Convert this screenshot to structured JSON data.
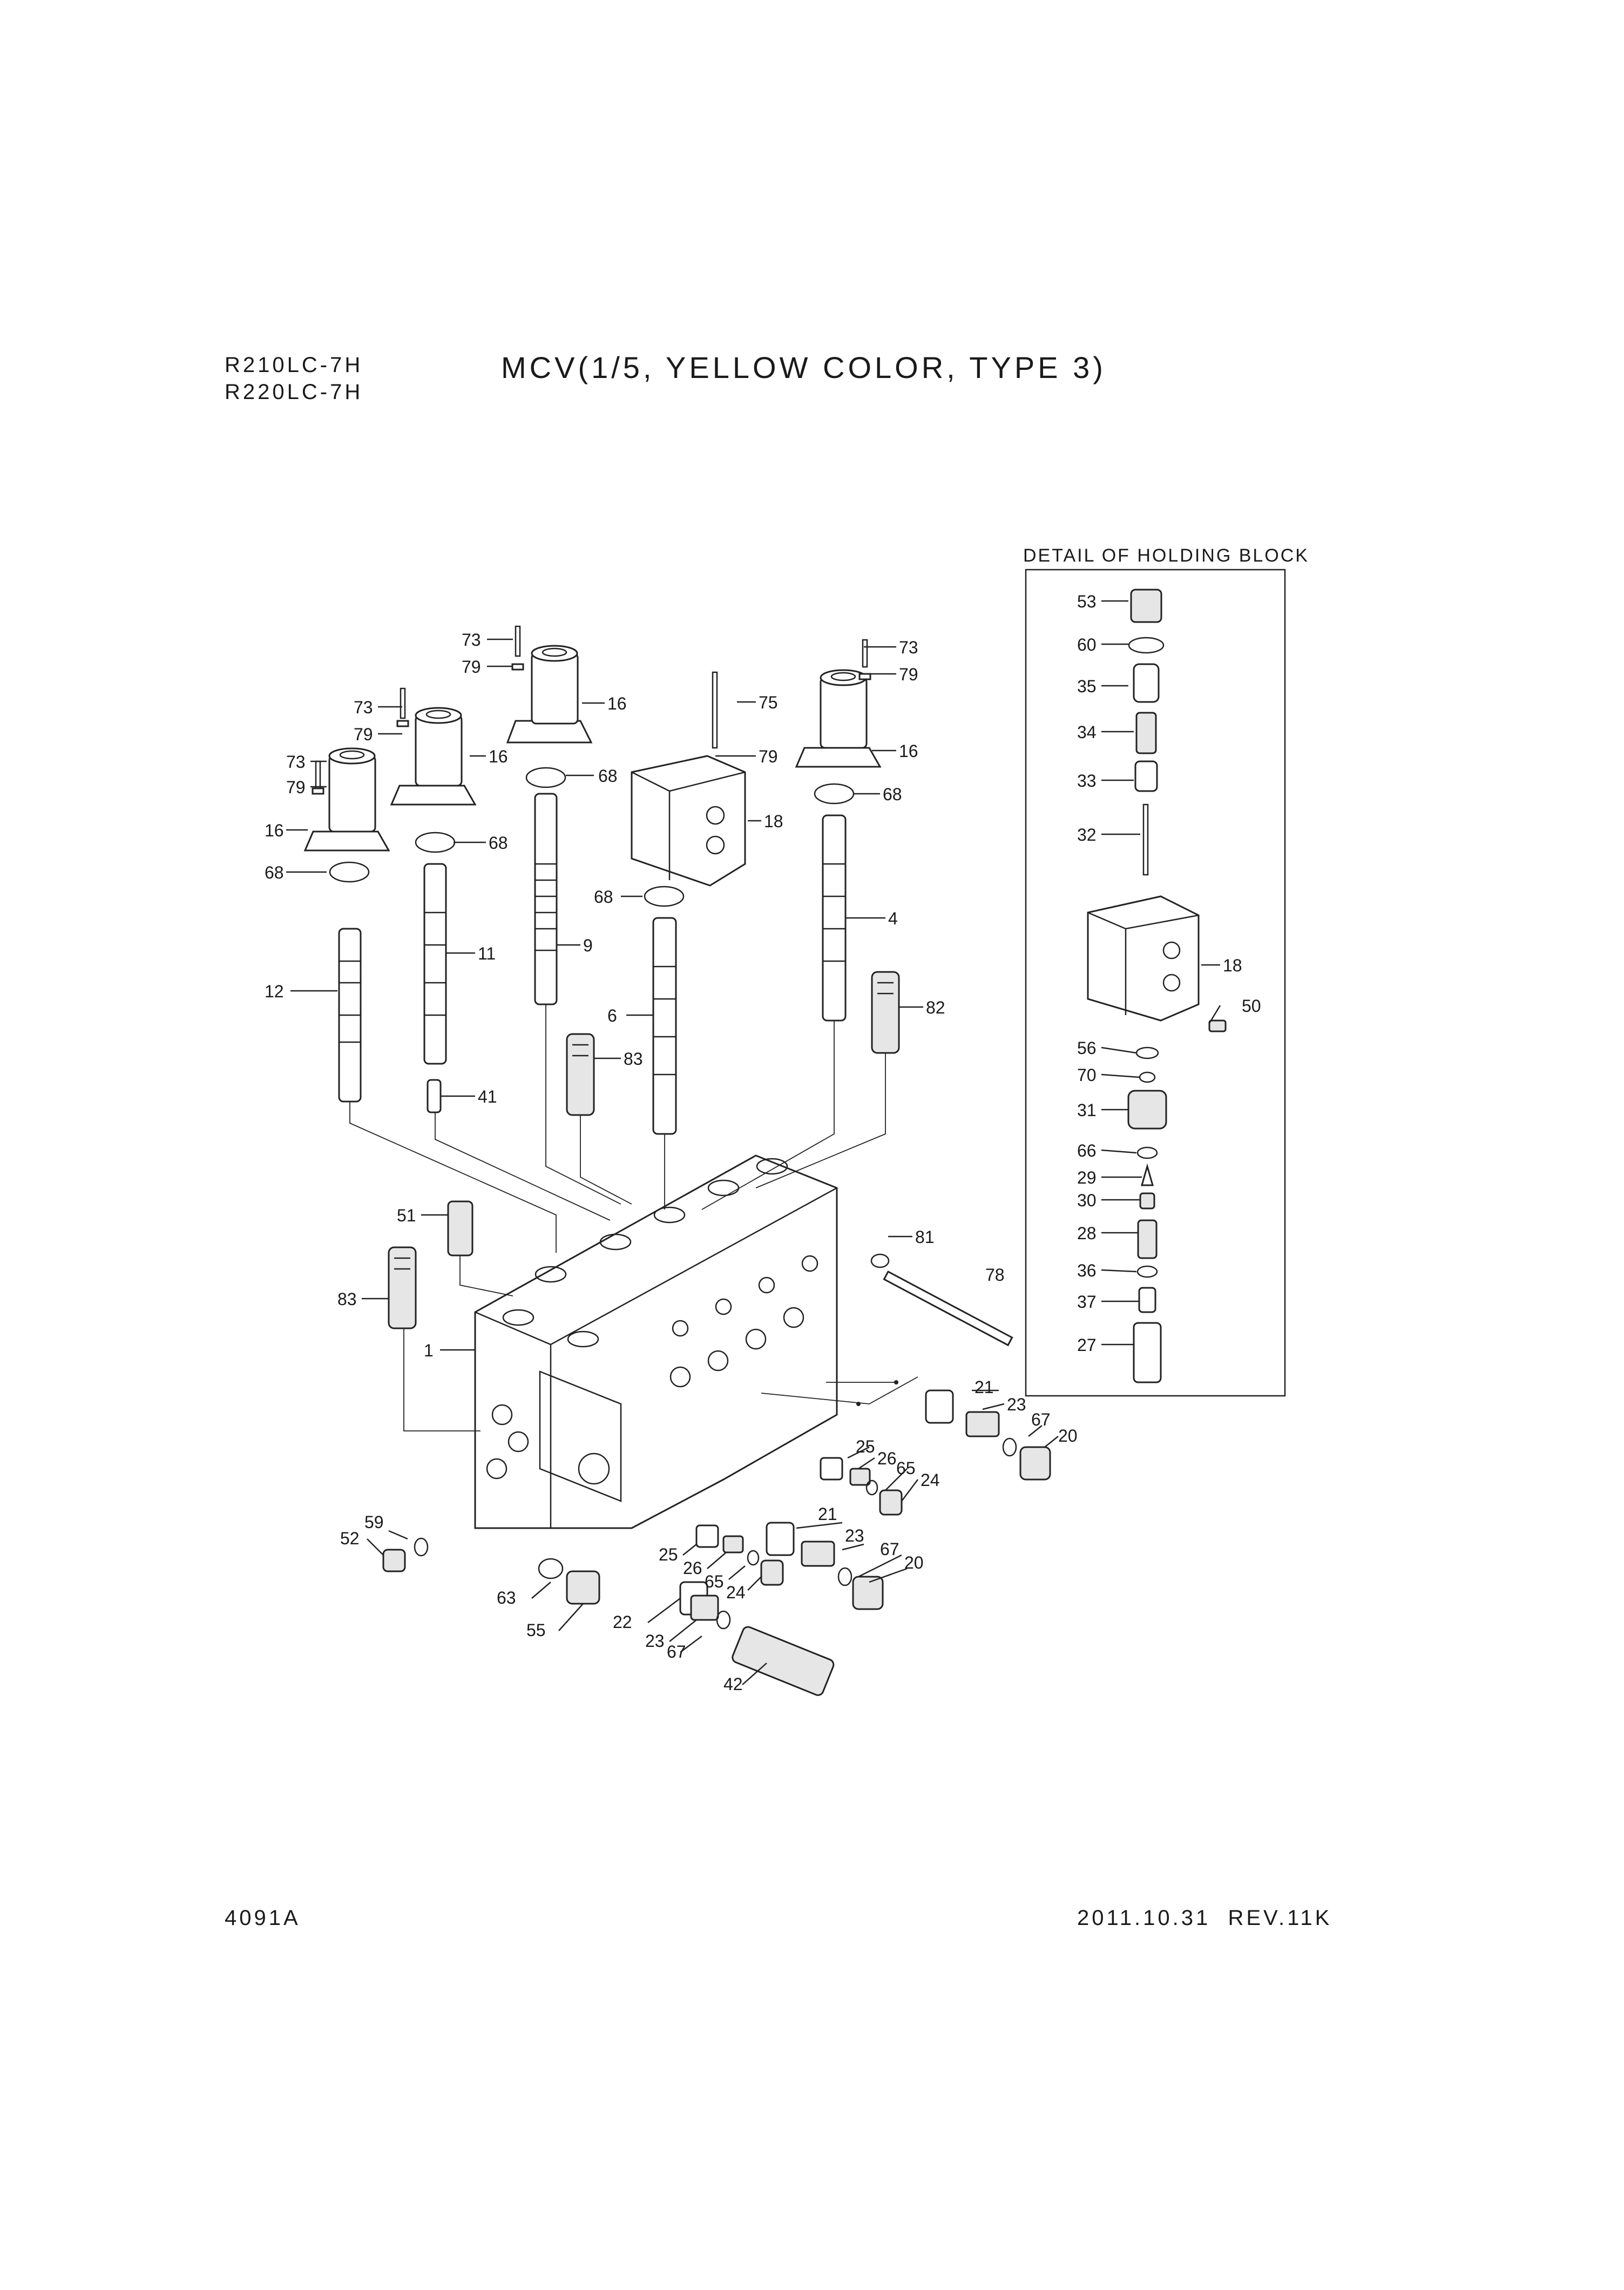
{
  "header": {
    "models": [
      "R210LC-7H",
      "R220LC-7H"
    ],
    "title": "MCV(1/5, YELLOW COLOR, TYPE 3)"
  },
  "detail": {
    "label": "DETAIL OF HOLDING BLOCK"
  },
  "footer": {
    "code": "4091A",
    "date_rev": "2011.10.31  REV.11K"
  },
  "callouts": [
    "73",
    "79",
    "16",
    "73",
    "79",
    "16",
    "73",
    "79",
    "16",
    "68",
    "68",
    "68",
    "75",
    "79",
    "18",
    "68",
    "73",
    "79",
    "16",
    "68",
    "12",
    "11",
    "9",
    "6",
    "4",
    "82",
    "83",
    "41",
    "51",
    "83",
    "1",
    "81",
    "78",
    "21",
    "23",
    "67",
    "20",
    "25",
    "26",
    "65",
    "24",
    "59",
    "52",
    "25",
    "26",
    "65",
    "24",
    "21",
    "23",
    "67",
    "20",
    "63",
    "55",
    "22",
    "23",
    "67",
    "42",
    "53",
    "60",
    "35",
    "34",
    "33",
    "32",
    "18",
    "50",
    "56",
    "70",
    "31",
    "66",
    "29",
    "30",
    "28",
    "36",
    "37",
    "27"
  ]
}
